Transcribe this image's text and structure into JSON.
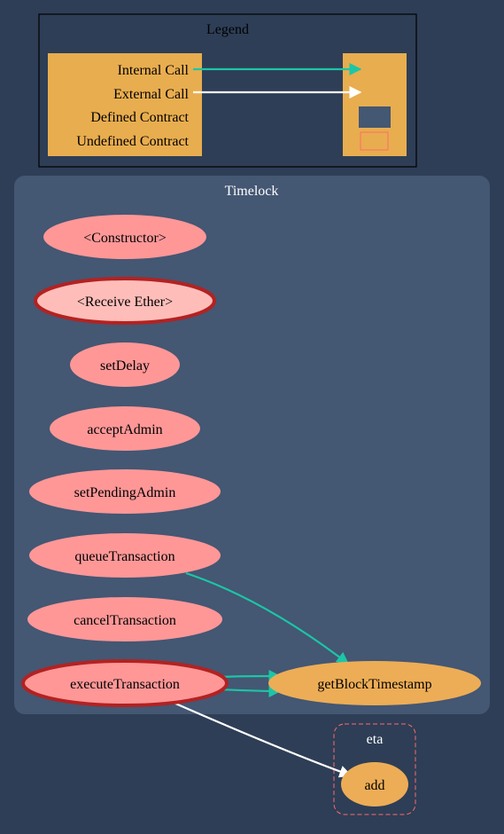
{
  "legend": {
    "title": "Legend",
    "rows": [
      {
        "label": "Internal Call"
      },
      {
        "label": "External Call"
      },
      {
        "label": "Defined Contract"
      },
      {
        "label": "Undefined Contract"
      }
    ]
  },
  "cluster_timelock": {
    "title": "Timelock",
    "nodes": [
      {
        "label": "<Constructor>"
      },
      {
        "label": "<Receive Ether>"
      },
      {
        "label": "setDelay"
      },
      {
        "label": "acceptAdmin"
      },
      {
        "label": "setPendingAdmin"
      },
      {
        "label": "queueTransaction"
      },
      {
        "label": "cancelTransaction"
      },
      {
        "label": "executeTransaction"
      },
      {
        "label": "getBlockTimestamp"
      }
    ]
  },
  "cluster_eta": {
    "title": "eta",
    "nodes": [
      {
        "label": "add"
      }
    ]
  },
  "colors": {
    "background": "#2e3e56",
    "cluster_fill": "#445773",
    "legend_fill": "#e8ad4f",
    "function_node": "#ff9797",
    "special_node": "#ffbdb9",
    "node_border": "#b22222",
    "internal_node": "#edad56",
    "internal_call": "#1bc6a6",
    "external_call": "#ffffff",
    "defined_contract": "#445773",
    "undefined_contract_border": "#ff6b6b"
  }
}
